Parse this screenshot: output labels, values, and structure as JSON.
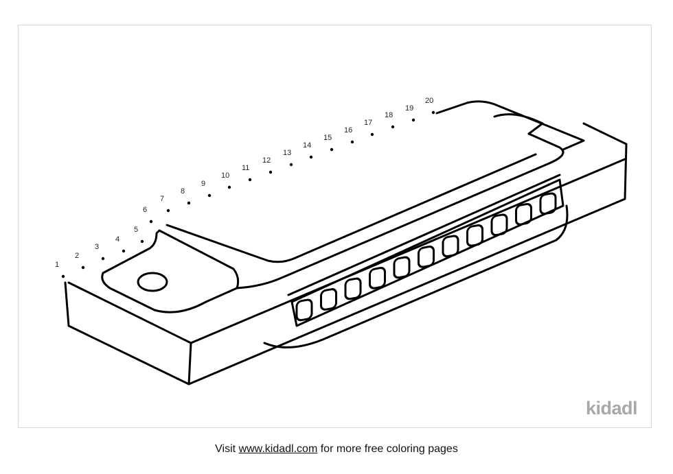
{
  "logo": "kidadl",
  "footer": {
    "prefix": "Visit",
    "link": "www.kidadl.com",
    "suffix": "for more free coloring pages"
  },
  "dots": [
    "1",
    "2",
    "3",
    "4",
    "5",
    "6",
    "7",
    "8",
    "9",
    "10",
    "11",
    "12",
    "13",
    "14",
    "15",
    "16",
    "17",
    "18",
    "19",
    "20"
  ]
}
